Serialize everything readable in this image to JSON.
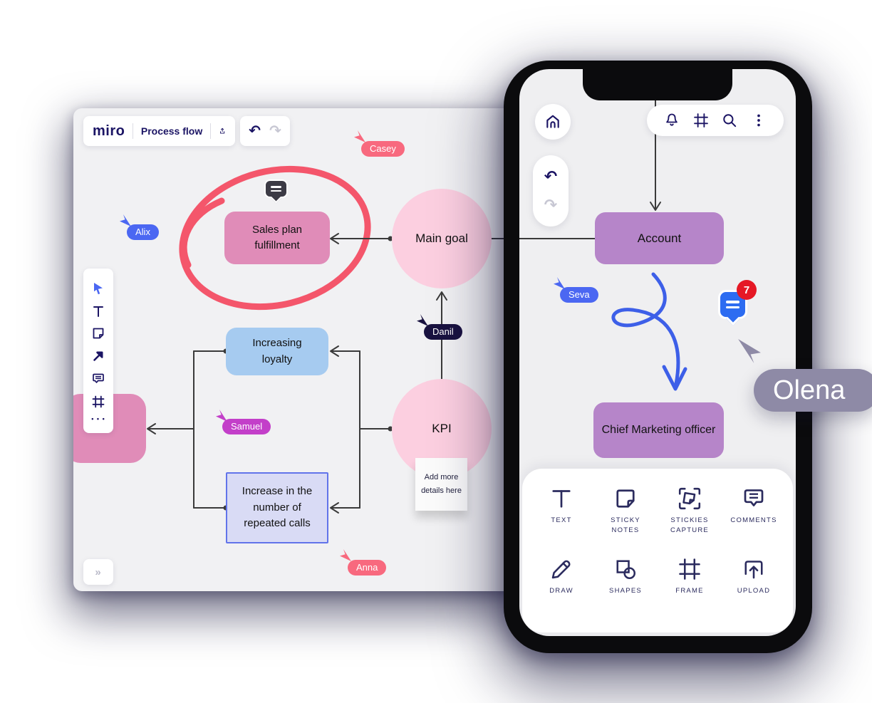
{
  "board": {
    "logo": "miro",
    "title": "Process flow",
    "icons": {
      "undo": "↶",
      "redo": "↷",
      "more": "• • •"
    },
    "collapse": "»",
    "nodes": {
      "sales_plan": {
        "label": "Sales plan fulfillment",
        "color": "#e08cb8"
      },
      "main_goal": {
        "label": "Main goal",
        "color": "#fccfe0"
      },
      "increasing_loyalty": {
        "label": "Increasing loyalty",
        "color": "#a6cbf0"
      },
      "repeated_calls": {
        "label": "Increase in the number of repeated calls",
        "color": "#d9dbf5",
        "border_color": "#6274ea"
      },
      "kpi": {
        "label": "KPI",
        "color": "#fccfe0"
      },
      "side_shape": {
        "color": "#e08cb8"
      }
    },
    "sticky_note": {
      "text": "Add more details here"
    },
    "annotation_color": "#f4566b"
  },
  "cursors": {
    "casey": {
      "label": "Casey",
      "color": "#f8697e"
    },
    "alix": {
      "label": "Alix",
      "color": "#4b67f2"
    },
    "danil": {
      "label": "Danil",
      "color": "#191240"
    },
    "samuel": {
      "label": "Samuel",
      "color": "#c33fc9"
    },
    "anna": {
      "label": "Anna",
      "color": "#f8697e"
    },
    "seva": {
      "label": "Seva",
      "color": "#4b67f2"
    },
    "olena": {
      "label": "Olena",
      "color": "#8e8aa6"
    }
  },
  "phone": {
    "nodes": {
      "account": {
        "label": "Account",
        "color": "#b685c9"
      },
      "cmo": {
        "label": "Chief Marketing officer",
        "color": "#b685c9"
      }
    },
    "comments_badge": "7",
    "scribble_color": "#3d5fe8",
    "tools": [
      {
        "label": "TEXT"
      },
      {
        "label": "STICKY NOTES"
      },
      {
        "label": "STICKIES CAPTURE"
      },
      {
        "label": "COMMENTS"
      },
      {
        "label": "DRAW"
      },
      {
        "label": "SHAPES"
      },
      {
        "label": "FRAME"
      },
      {
        "label": "UPLOAD"
      }
    ]
  }
}
